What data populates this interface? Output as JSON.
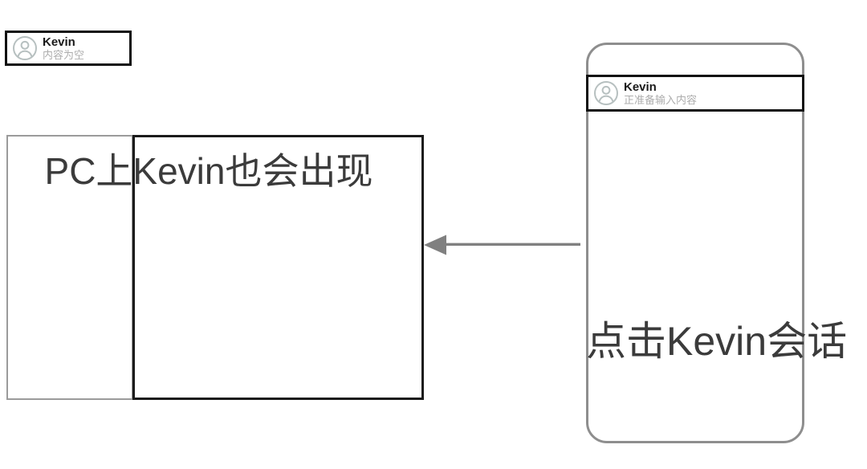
{
  "pc_window": {
    "name": "pc-client-window",
    "sidebar": {
      "conversation": {
        "avatar_icon": "user-avatar-icon",
        "name": "Kevin",
        "preview": "内容为空"
      }
    },
    "caption": "PC上Kevin也会出现"
  },
  "phone_window": {
    "name": "mobile-client-frame",
    "conversation": {
      "avatar_icon": "user-avatar-icon",
      "name": "Kevin",
      "preview": "正准备输入内容"
    },
    "caption": "点击Kevin会话"
  },
  "connector": {
    "icon": "left-arrow-icon",
    "direction": "phone-to-pc",
    "color": "#808080"
  },
  "colors": {
    "background": "#ffffff",
    "frame_gray": "#8e8e8e",
    "frame_black": "#111111",
    "text_dark": "#3b3b3b",
    "text_muted": "#adadad",
    "avatar_gray": "#b7c0c0"
  }
}
